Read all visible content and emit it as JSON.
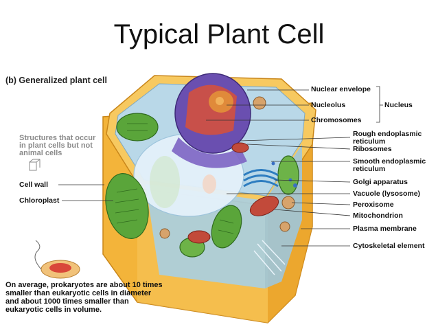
{
  "title": "Typical Plant Cell",
  "subtitle": "(b) Generalized plant cell",
  "plant_only_note": "Structures that occur in plant cells but not animal cells",
  "left_labels": {
    "cell_wall": "Cell wall",
    "chloroplast": "Chloroplast"
  },
  "right_labels": {
    "nuclear_envelope": "Nuclear envelope",
    "nucleolus": "Nucleolus",
    "chromosomes": "Chromosomes",
    "nucleus_group": "Nucleus",
    "rough_er_1": "Rough endoplasmic",
    "rough_er_2": "reticulum",
    "ribosomes": "Ribosomes",
    "smooth_er_1": "Smooth endoplasmic",
    "smooth_er_2": "reticulum",
    "golgi": "Golgi apparatus",
    "vacuole": "Vacuole (lysosome)",
    "peroxisome": "Peroxisome",
    "mitochondrion": "Mitochondrion",
    "plasma_membrane": "Plasma membrane",
    "cytoskeletal": "Cytoskeletal element"
  },
  "prokaryote_note": "On average, prokaryotes are about 10 times smaller than eukaryotic cells in diameter and about 1000 times smaller than eukaryotic cells in volume.",
  "colors": {
    "cell_wall": "#f2b838",
    "cell_wall_dark": "#d98f1c",
    "cytoplasm": "#b9d8e8",
    "chloroplast": "#5aa53a",
    "nucleus": "#6a4fb0",
    "nucleus_inner": "#c8504a",
    "vacuole": "#dfeef8",
    "mitochondrion": "#c24a3a"
  }
}
